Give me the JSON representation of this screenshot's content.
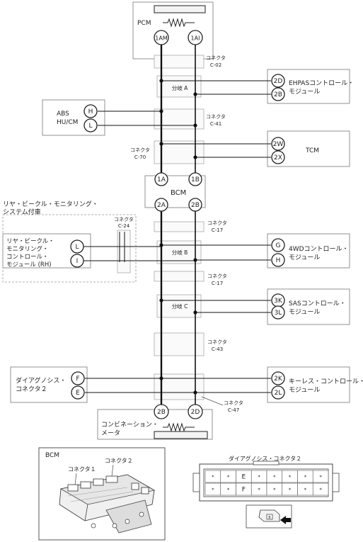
{
  "modules": {
    "pcm": "PCM",
    "ehpas": [
      "EHPASコントロール・",
      "モジュール"
    ],
    "abs": [
      "ABS",
      "HU/CM"
    ],
    "tcm": "TCM",
    "bcm": "BCM",
    "rvm_system": [
      "リヤ・ビークル・モニタリング・",
      "システム付車"
    ],
    "rvm_module": [
      "リヤ・ビークル・",
      "モニタリング・",
      "コントロール・",
      "モジュール (RH)"
    ],
    "fourwd": [
      "4WDコントロール・",
      "モジュール"
    ],
    "sas": [
      "SASコントロール・",
      "モジュール"
    ],
    "diag": [
      "ダイアグノシス・",
      "コネクタ２"
    ],
    "keyless": [
      "キーレス・コントロール・",
      "モジュール"
    ],
    "meter": [
      "コンビネーション・",
      "メータ"
    ]
  },
  "connectors": {
    "c02": [
      "コネクタ",
      "C-02"
    ],
    "c41": [
      "コネクタ",
      "C-41"
    ],
    "c70": [
      "コネクタ",
      "C-70"
    ],
    "c24": [
      "コネクタ",
      "C-24"
    ],
    "c17a": [
      "コネクタ",
      "C-17"
    ],
    "c17b": [
      "コネクタ",
      "C-17"
    ],
    "c43": [
      "コネクタ",
      "C-43"
    ],
    "c47": [
      "コネクタ",
      "C-47"
    ]
  },
  "branches": {
    "a": "分岐 A",
    "b": "分岐 B",
    "c": "分岐 C"
  },
  "pins": {
    "pcm_l": "1AM",
    "pcm_r": "1AI",
    "ehpas_h": "2D",
    "ehpas_l": "2B",
    "abs_h": "H",
    "abs_l": "L",
    "tcm_h": "2W",
    "tcm_l": "2X",
    "bcm_1a": "1A",
    "bcm_1b": "1B",
    "bcm_2a": "2A",
    "bcm_2b": "2B",
    "rvm_l": "L",
    "rvm_i": "I",
    "fourwd_g": "G",
    "fourwd_h": "H",
    "sas_h": "3K",
    "sas_l": "3L",
    "diag_f": "F",
    "diag_e": "E",
    "keyless_h": "2K",
    "keyless_l": "2L",
    "meter_l": "2B",
    "meter_r": "2D"
  },
  "inset_bcm": {
    "title": "BCM",
    "conn1": "コネクタ１",
    "conn2": "コネクタ２"
  },
  "inset_diag": {
    "title": "ダイアグノシス・コネクタ２",
    "row1": [
      "*",
      "*",
      "E",
      "*",
      "*",
      "*",
      "*",
      "*"
    ],
    "row2": [
      "*",
      "*",
      "F",
      "*",
      "*",
      "*",
      "*",
      "*"
    ],
    "plug_label": "B"
  }
}
